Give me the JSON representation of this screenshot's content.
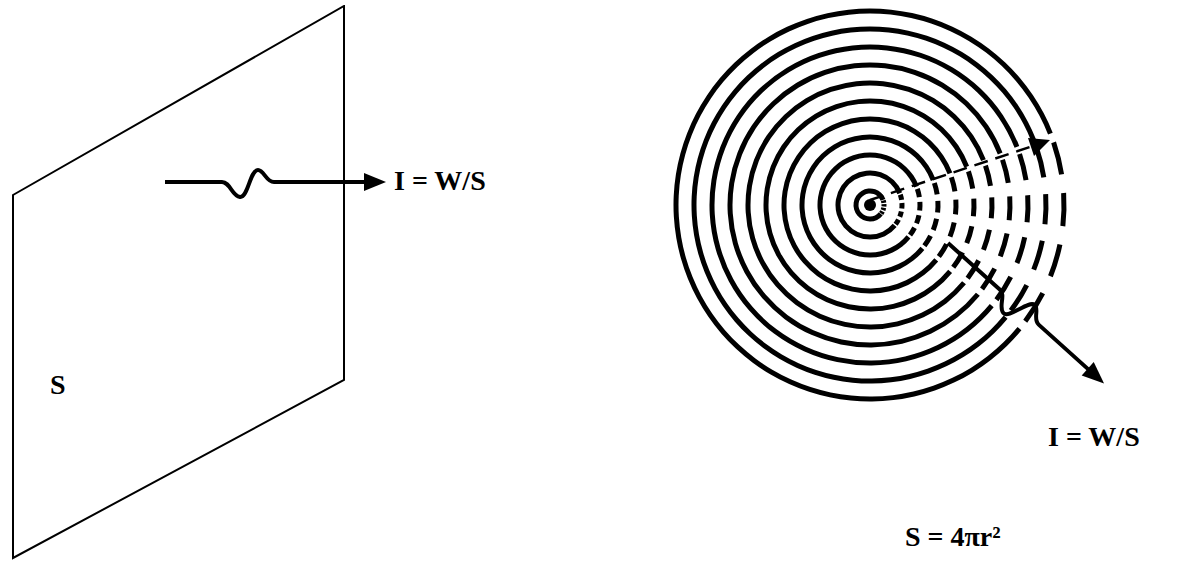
{
  "diagram": {
    "nodes": [
      {
        "text": [
          "S"
        ]
      }
    ],
    "labels": [
      "I = W/S",
      "I = W/S",
      "S = 4πr²"
    ]
  }
}
